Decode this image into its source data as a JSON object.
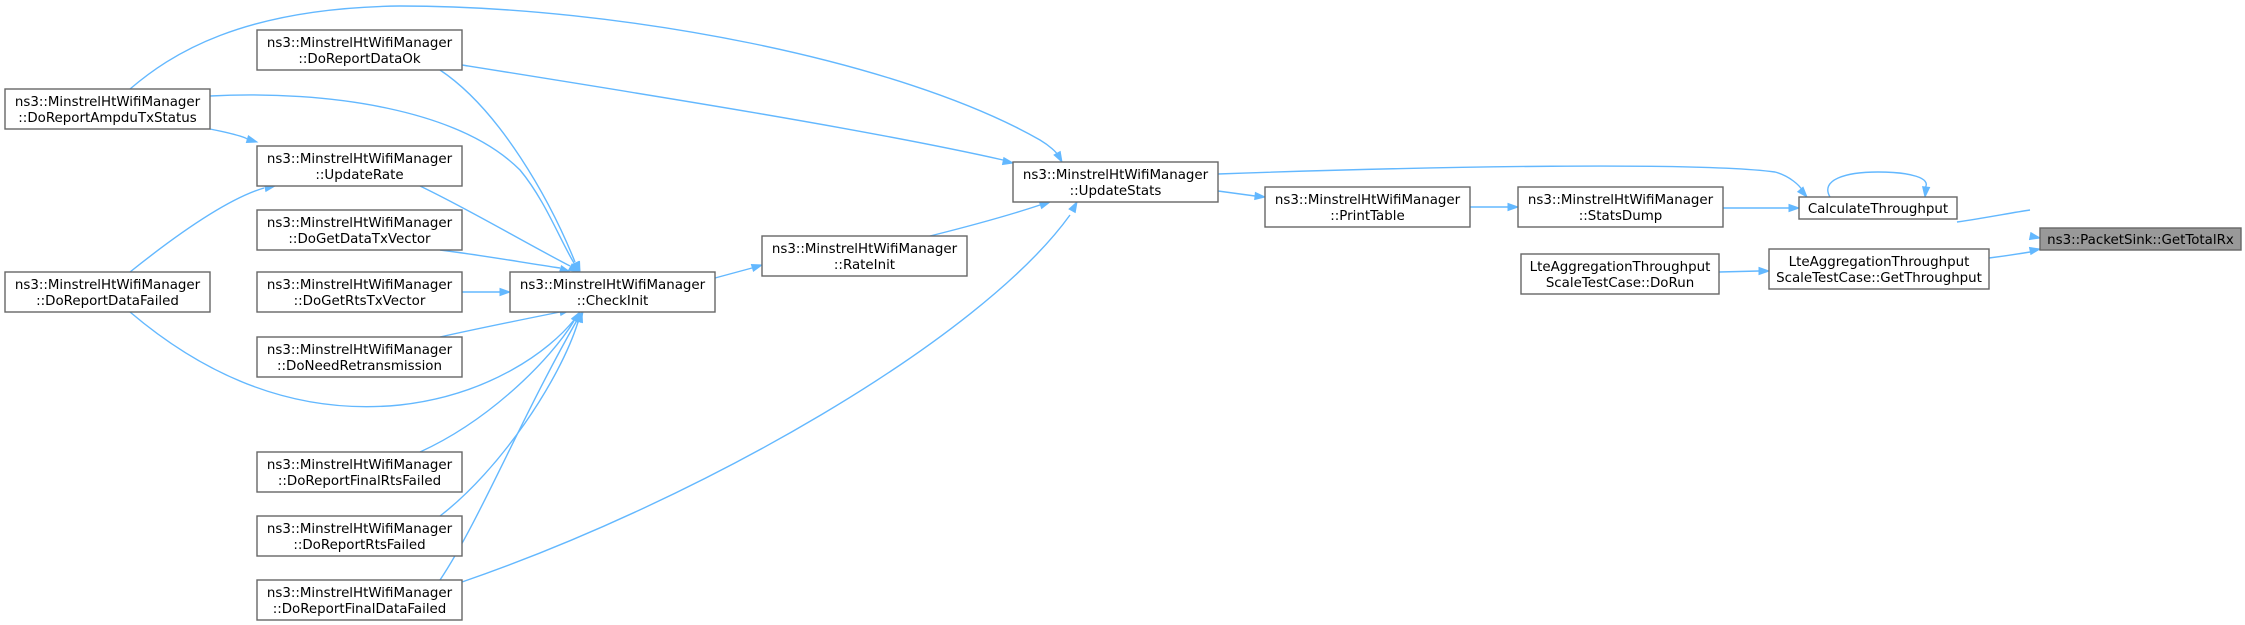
{
  "diagram": {
    "nodes": [
      {
        "id": "get-total-rx",
        "lines": [
          "ns3::PacketSink::GetTotalRx"
        ],
        "selected": true
      },
      {
        "id": "calculate-throughput",
        "lines": [
          "CalculateThroughput"
        ]
      },
      {
        "id": "lte-get-throughput",
        "lines": [
          "LteAggregationThroughput",
          "ScaleTestCase::GetThroughput"
        ]
      },
      {
        "id": "lte-do-run",
        "lines": [
          "LteAggregationThroughput",
          "ScaleTestCase::DoRun"
        ]
      },
      {
        "id": "stats-dump",
        "lines": [
          "ns3::MinstrelHtWifiManager",
          "::StatsDump"
        ]
      },
      {
        "id": "print-table",
        "lines": [
          "ns3::MinstrelHtWifiManager",
          "::PrintTable"
        ]
      },
      {
        "id": "update-stats",
        "lines": [
          "ns3::MinstrelHtWifiManager",
          "::UpdateStats"
        ]
      },
      {
        "id": "rate-init",
        "lines": [
          "ns3::MinstrelHtWifiManager",
          "::RateInit"
        ]
      },
      {
        "id": "check-init",
        "lines": [
          "ns3::MinstrelHtWifiManager",
          "::CheckInit"
        ]
      },
      {
        "id": "do-report-data-ok",
        "lines": [
          "ns3::MinstrelHtWifiManager",
          "::DoReportDataOk"
        ]
      },
      {
        "id": "update-rate",
        "lines": [
          "ns3::MinstrelHtWifiManager",
          "::UpdateRate"
        ]
      },
      {
        "id": "do-get-data-tx-vector",
        "lines": [
          "ns3::MinstrelHtWifiManager",
          "::DoGetDataTxVector"
        ]
      },
      {
        "id": "do-get-rts-tx-vector",
        "lines": [
          "ns3::MinstrelHtWifiManager",
          "::DoGetRtsTxVector"
        ]
      },
      {
        "id": "do-need-retransmission",
        "lines": [
          "ns3::MinstrelHtWifiManager",
          "::DoNeedRetransmission"
        ]
      },
      {
        "id": "do-report-final-rts-failed",
        "lines": [
          "ns3::MinstrelHtWifiManager",
          "::DoReportFinalRtsFailed"
        ]
      },
      {
        "id": "do-report-rts-failed",
        "lines": [
          "ns3::MinstrelHtWifiManager",
          "::DoReportRtsFailed"
        ]
      },
      {
        "id": "do-report-final-data-failed",
        "lines": [
          "ns3::MinstrelHtWifiManager",
          "::DoReportFinalDataFailed"
        ]
      },
      {
        "id": "do-report-ampdu-tx-status",
        "lines": [
          "ns3::MinstrelHtWifiManager",
          "::DoReportAmpduTxStatus"
        ]
      },
      {
        "id": "do-report-data-failed",
        "lines": [
          "ns3::MinstrelHtWifiManager",
          "::DoReportDataFailed"
        ]
      }
    ],
    "edges": [
      {
        "from": "calculate-throughput",
        "to": "get-total-rx"
      },
      {
        "from": "lte-get-throughput",
        "to": "get-total-rx"
      },
      {
        "from": "calculate-throughput",
        "to": "calculate-throughput"
      },
      {
        "from": "update-stats",
        "to": "calculate-throughput"
      },
      {
        "from": "stats-dump",
        "to": "calculate-throughput"
      },
      {
        "from": "lte-do-run",
        "to": "lte-get-throughput"
      },
      {
        "from": "print-table",
        "to": "stats-dump"
      },
      {
        "from": "update-stats",
        "to": "print-table"
      },
      {
        "from": "do-report-data-ok",
        "to": "update-stats"
      },
      {
        "from": "do-report-ampdu-tx-status",
        "to": "update-stats"
      },
      {
        "from": "rate-init",
        "to": "update-stats"
      },
      {
        "from": "do-report-final-data-failed",
        "to": "update-stats"
      },
      {
        "from": "check-init",
        "to": "rate-init"
      },
      {
        "from": "do-report-data-ok",
        "to": "check-init"
      },
      {
        "from": "do-report-ampdu-tx-status",
        "to": "check-init"
      },
      {
        "from": "update-rate",
        "to": "check-init"
      },
      {
        "from": "do-get-data-tx-vector",
        "to": "check-init"
      },
      {
        "from": "do-get-rts-tx-vector",
        "to": "check-init"
      },
      {
        "from": "do-need-retransmission",
        "to": "check-init"
      },
      {
        "from": "do-report-data-failed",
        "to": "check-init"
      },
      {
        "from": "do-report-final-rts-failed",
        "to": "check-init"
      },
      {
        "from": "do-report-rts-failed",
        "to": "check-init"
      },
      {
        "from": "do-report-final-data-failed",
        "to": "check-init"
      },
      {
        "from": "do-report-ampdu-tx-status",
        "to": "update-rate"
      },
      {
        "from": "do-report-data-failed",
        "to": "update-rate"
      }
    ]
  }
}
